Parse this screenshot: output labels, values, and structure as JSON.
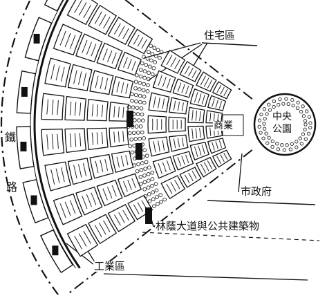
{
  "labels": {
    "railway_char1": "鐵",
    "railway_char2": "路",
    "residential": "住宅區",
    "commercial": "商業",
    "central_park": "中央公園",
    "city_hall": "市政府",
    "boulevard": "林蔭大道與公共建築物",
    "industrial": "工業區"
  }
}
